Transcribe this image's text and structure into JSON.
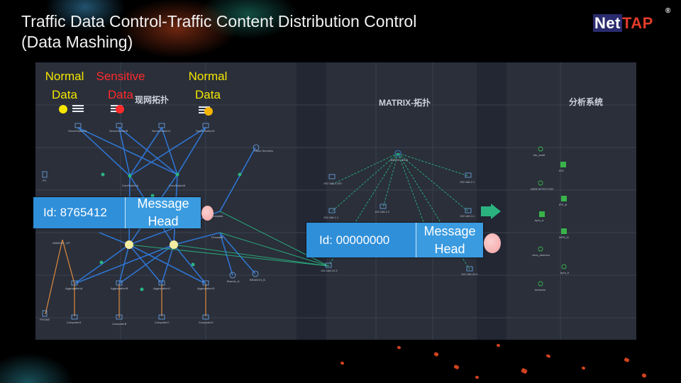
{
  "slide": {
    "title_line1": "Traffic Data Control-Traffic Content Distribution Control",
    "title_line2": "(Data Mashing)",
    "logo_net": "Net",
    "logo_tap": "TAP",
    "logo_reg": "®"
  },
  "legend": {
    "normal_left": "Normal Data",
    "sensitive": "Sensitive Data",
    "normal_right": "Normal Data",
    "colors": {
      "normal_left": "#f5e600",
      "sensitive": "#ff2a2a",
      "normal_right": "#f5b400"
    }
  },
  "panels": {
    "network": "现网拓扑",
    "matrix": "MATRIX-拓扑",
    "analysis": "分析系统"
  },
  "packet_left": {
    "id": "Id: 8765412",
    "head": "Message Head"
  },
  "packet_right": {
    "id": "Id: 00000000",
    "head": "Message Head"
  },
  "network_nodes": {
    "server1": "ServerSwitchA",
    "server2": "ServerSwitchB",
    "server3": "ServerSwitchC",
    "server4": "ServerSwitchD",
    "core1": "CoreSwitchA",
    "core2": "CoreSwitchB",
    "cloud": "Cloud Services",
    "pc1": "PC",
    "wan": "WAN/ISP_OP",
    "phone": "PHONE",
    "agg1": "AggregationA",
    "agg2": "AggregationB",
    "agg3": "AggregationC",
    "agg4": "AggregationD",
    "comp1": "ComputerA",
    "comp2": "ComputerB",
    "comp3": "ComputerC",
    "comp4": "ComputerD",
    "branch1": "Branch_A",
    "branch2": "BRANCH_B",
    "firewall": "FirewallA",
    "firewall2": "FirewallB"
  },
  "matrix_nodes": {
    "top": "MATRIX-3000",
    "n1": "192.168.1.100",
    "n2": "192.168.2.1",
    "n3": "192.168.1.1",
    "n4": "192.168.2.2",
    "n5": "192.168.10.3",
    "n6": "192.168.3.1",
    "n7": "192.168.20.3"
  },
  "analysis_nodes": [
    "ids_audit",
    "IDS",
    "WEB DETECTOR",
    "IPS_B",
    "bpm_a",
    "NPM_B",
    "virus_detector",
    "bpm_b",
    "behavior"
  ]
}
